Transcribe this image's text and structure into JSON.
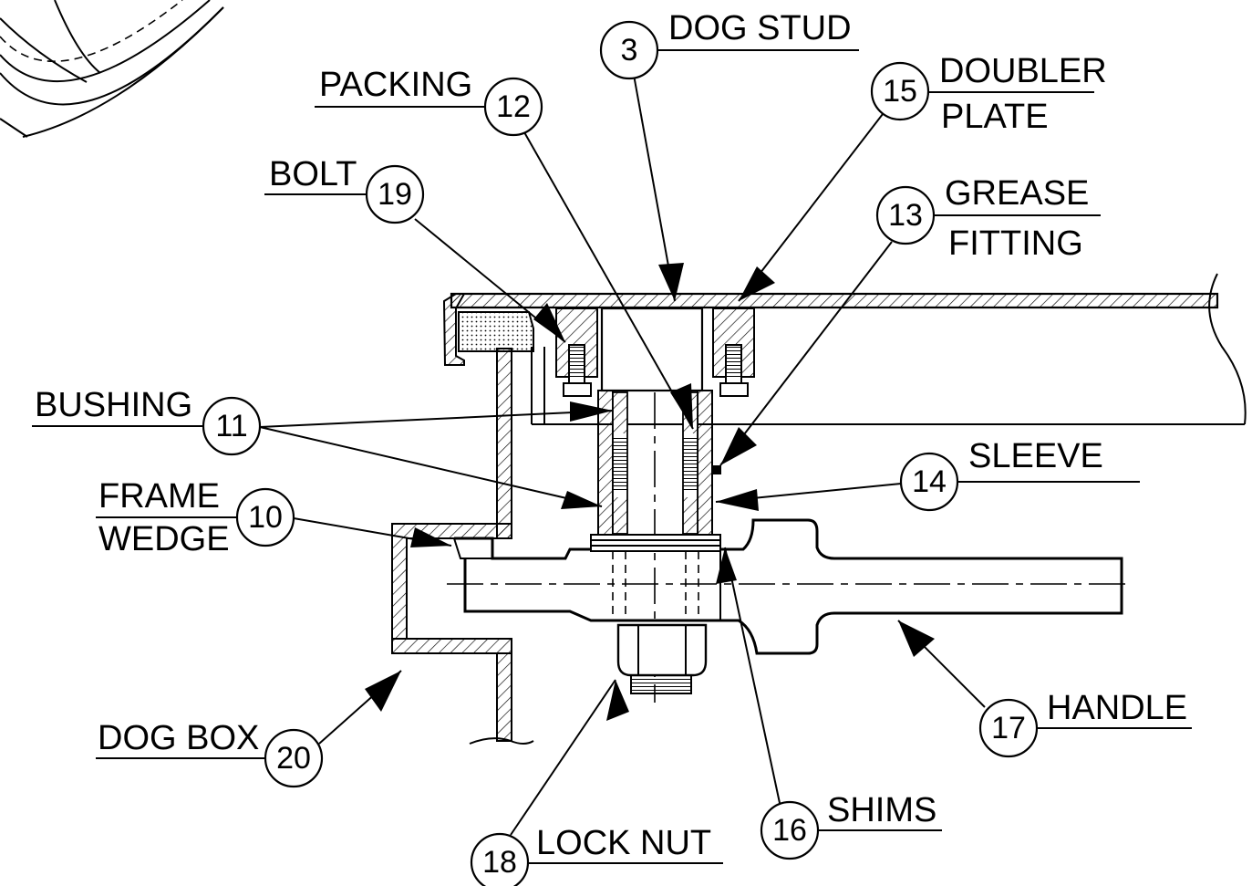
{
  "callouts": [
    {
      "id": "dog-stud",
      "number": "3",
      "label": "DOG STUD"
    },
    {
      "id": "packing",
      "number": "12",
      "label": "PACKING"
    },
    {
      "id": "doubler-plate",
      "number": "15",
      "label": "DOUBLER",
      "label2": "PLATE"
    },
    {
      "id": "bolt",
      "number": "19",
      "label": "BOLT"
    },
    {
      "id": "grease-fitting",
      "number": "13",
      "label": "GREASE",
      "label2": "FITTING"
    },
    {
      "id": "bushing",
      "number": "11",
      "label": "BUSHING"
    },
    {
      "id": "sleeve",
      "number": "14",
      "label": "SLEEVE"
    },
    {
      "id": "frame-wedge",
      "number": "10",
      "label": "FRAME",
      "label2": "WEDGE"
    },
    {
      "id": "handle",
      "number": "17",
      "label": "HANDLE"
    },
    {
      "id": "dog-box",
      "number": "20",
      "label": "DOG BOX"
    },
    {
      "id": "shims",
      "number": "16",
      "label": "SHIMS"
    },
    {
      "id": "lock-nut",
      "number": "18",
      "label": "LOCK NUT"
    }
  ]
}
